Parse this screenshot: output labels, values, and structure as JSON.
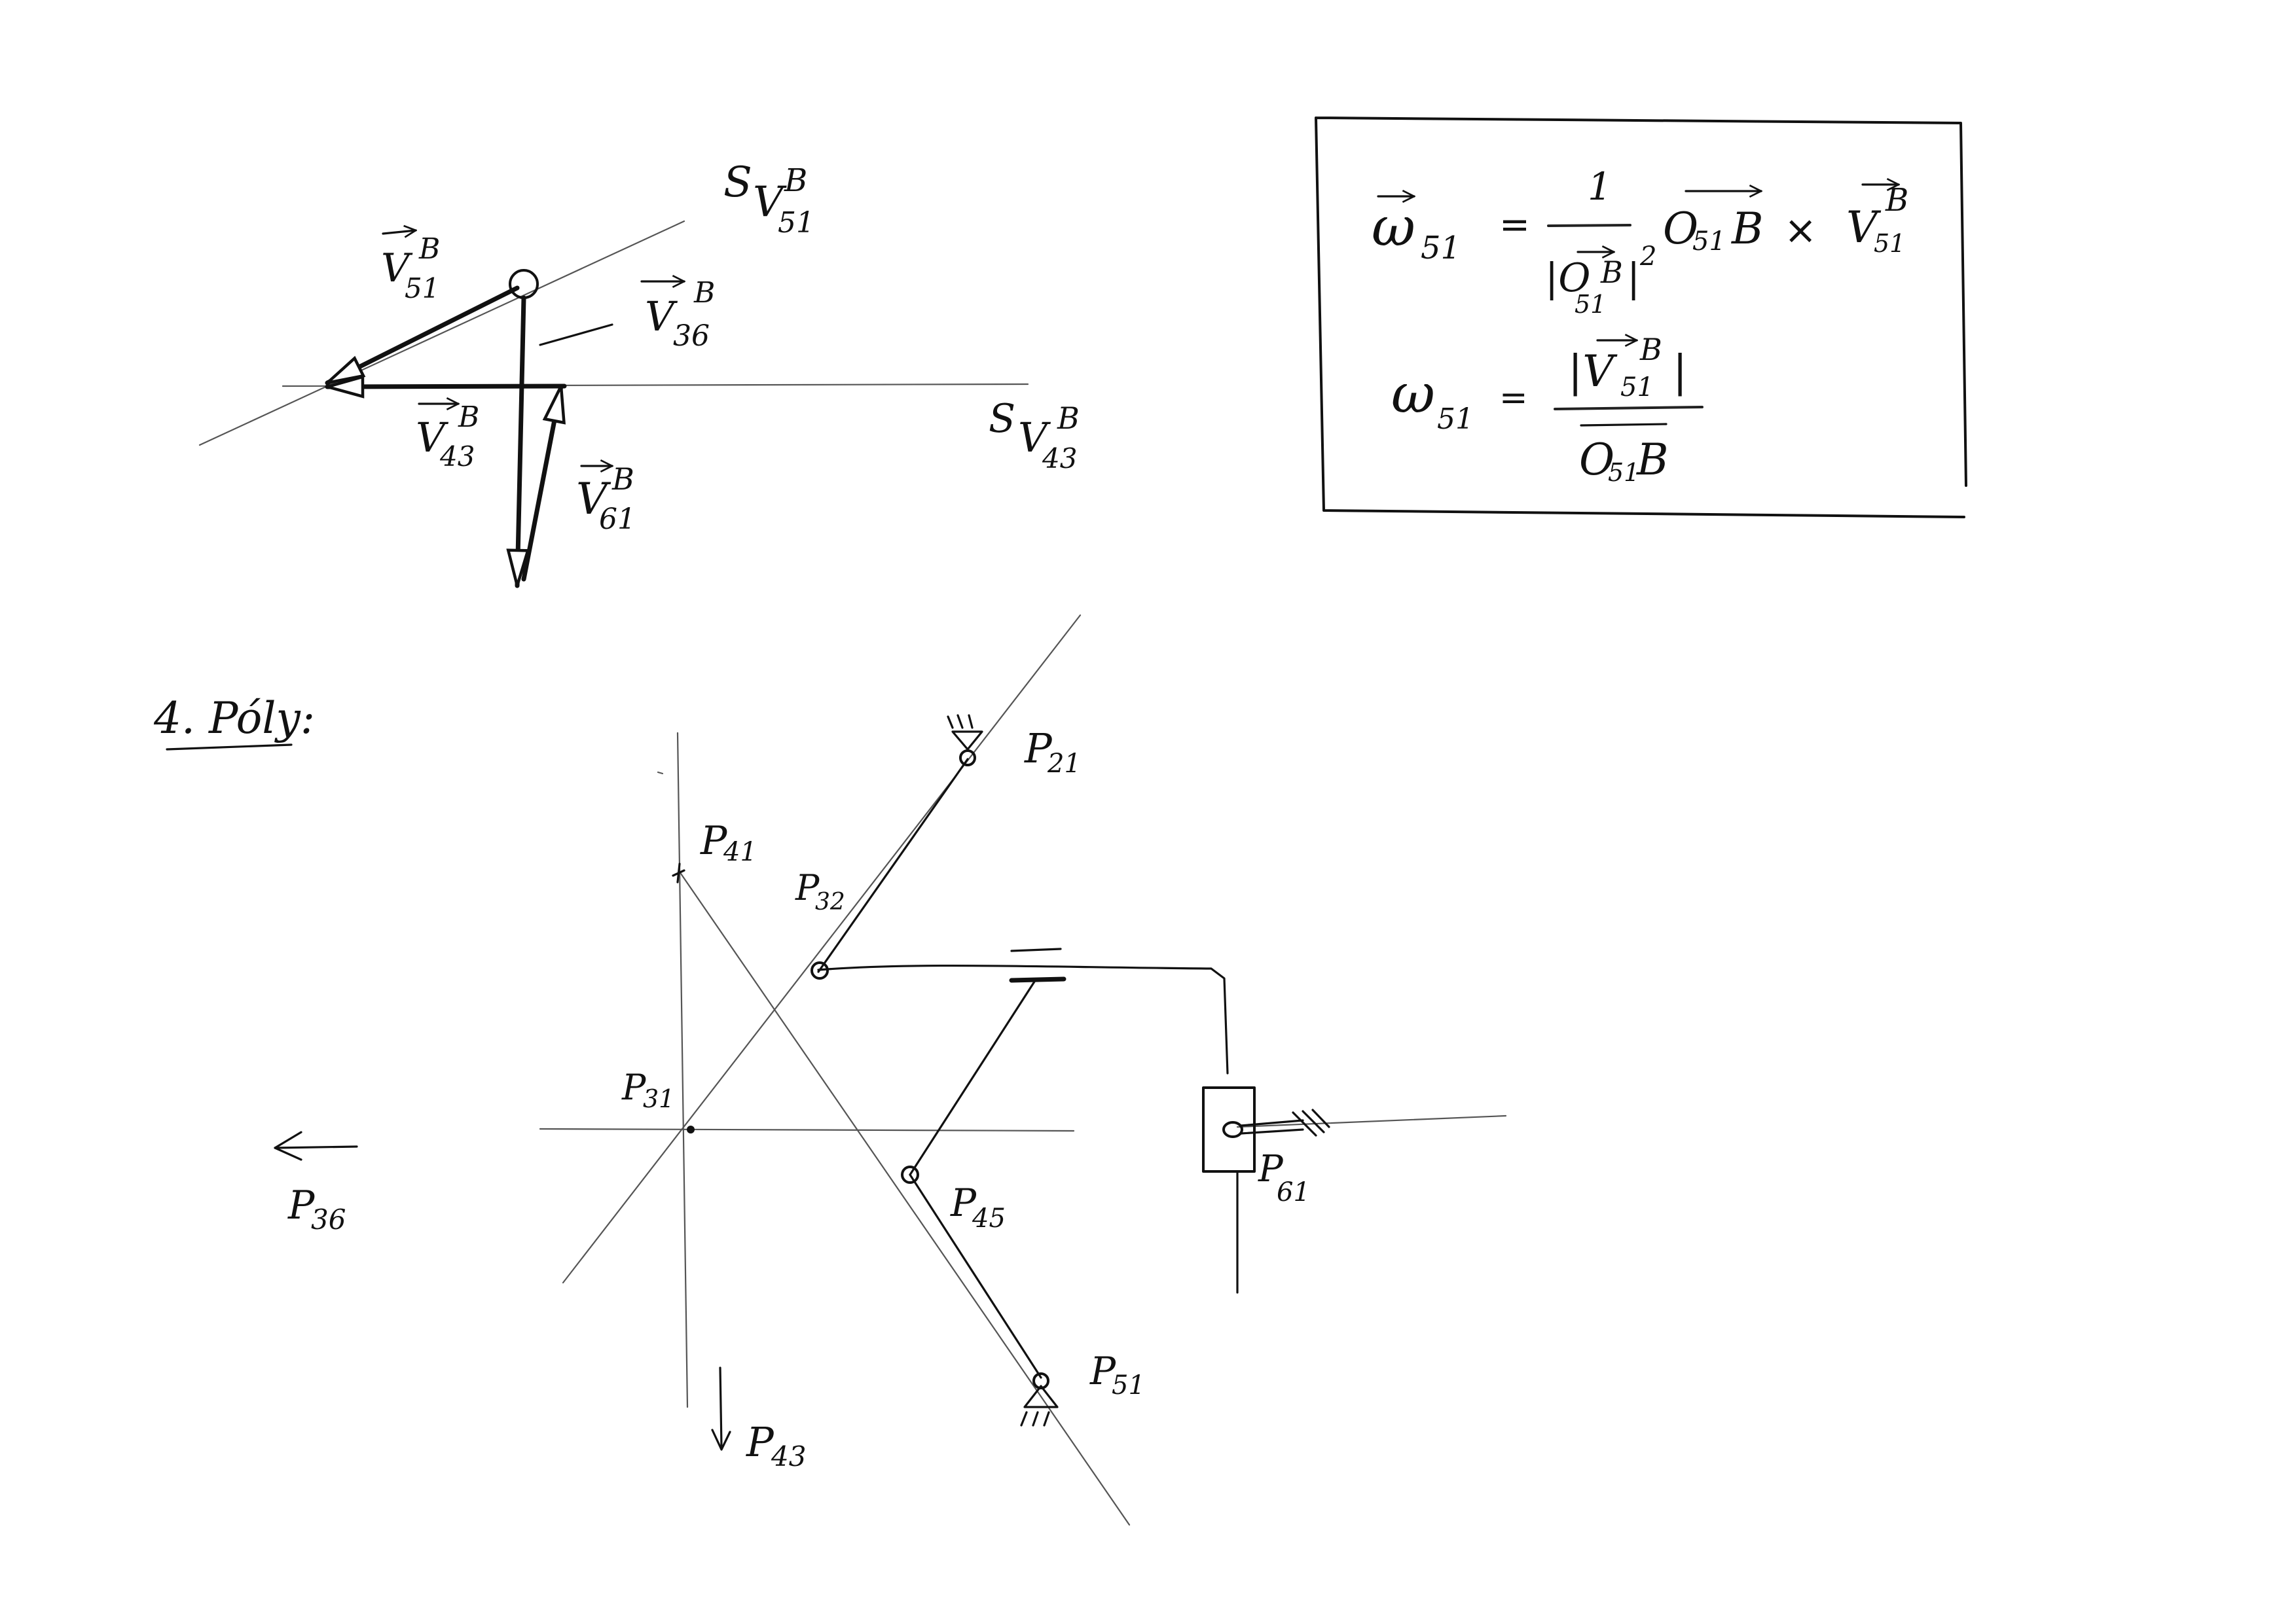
{
  "velocity_diagram": {
    "direction_v51": {
      "prefix": "S",
      "symbol": "V",
      "sub": "51",
      "sup": "B"
    },
    "direction_v43": {
      "prefix": "S",
      "symbol": "V",
      "sub": "43",
      "sup": "B"
    },
    "v51": {
      "symbol": "V",
      "sub": "51",
      "sup": "B"
    },
    "v36": {
      "symbol": "V",
      "sub": "36",
      "sup": "B"
    },
    "v43": {
      "symbol": "V",
      "sub": "43",
      "sup": "B"
    },
    "v61": {
      "symbol": "V",
      "sub": "61",
      "sup": "B"
    }
  },
  "formula_box": {
    "eq1": {
      "lhs_symbol": "ω",
      "lhs_sub": "51",
      "equals": "=",
      "numerator": "1",
      "denominator": "|O",
      "denominator_sub": "51",
      "denominator_sup": "B",
      "denominator_end": "|",
      "denominator_exp": "2",
      "vector_a": "O",
      "vector_a_sub": "51",
      "vector_a_end": "B",
      "times": "×",
      "vector_b": "V",
      "vector_b_sub": "51",
      "vector_b_sup": "B"
    },
    "eq2": {
      "lhs_symbol": "ω",
      "lhs_sub": "51",
      "equals": "=",
      "numerator": "|V",
      "numerator_sub": "51",
      "numerator_sup": "B",
      "numerator_end": "|",
      "denominator": "O",
      "denominator_sub": "51",
      "denominator_end": "B"
    }
  },
  "poles_section": {
    "heading": "4. Póly:",
    "poles": [
      {
        "id": "p21",
        "symbol": "P",
        "sub": "21"
      },
      {
        "id": "p41",
        "symbol": "P",
        "sub": "41"
      },
      {
        "id": "p32",
        "symbol": "P",
        "sub": "32"
      },
      {
        "id": "p31",
        "symbol": "P",
        "sub": "31"
      },
      {
        "id": "p45",
        "symbol": "P",
        "sub": "45"
      },
      {
        "id": "p61",
        "symbol": "P",
        "sub": "61"
      },
      {
        "id": "p51",
        "symbol": "P",
        "sub": "51"
      },
      {
        "id": "p36",
        "symbol": "P",
        "sub": "36"
      },
      {
        "id": "p43",
        "symbol": "P",
        "sub": "43"
      }
    ]
  }
}
